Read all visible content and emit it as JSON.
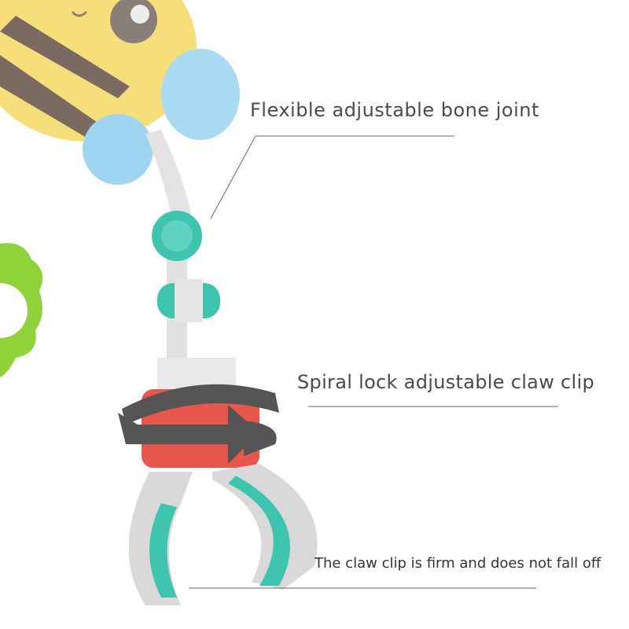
{
  "annotations": {
    "joint": "Flexible adjustable bone joint",
    "clip": "Spiral lock adjustable claw clip",
    "firm": "The claw clip is firm and does not fall off"
  },
  "colors": {
    "bee_body": "#f6df7a",
    "stripe": "#7a6a62",
    "wing": "#a8daf2",
    "arm": "#e3e3e3",
    "teal": "#3fc4b0",
    "red": "#e8574b",
    "arrow": "#555555",
    "teether": "#8fd23a"
  }
}
